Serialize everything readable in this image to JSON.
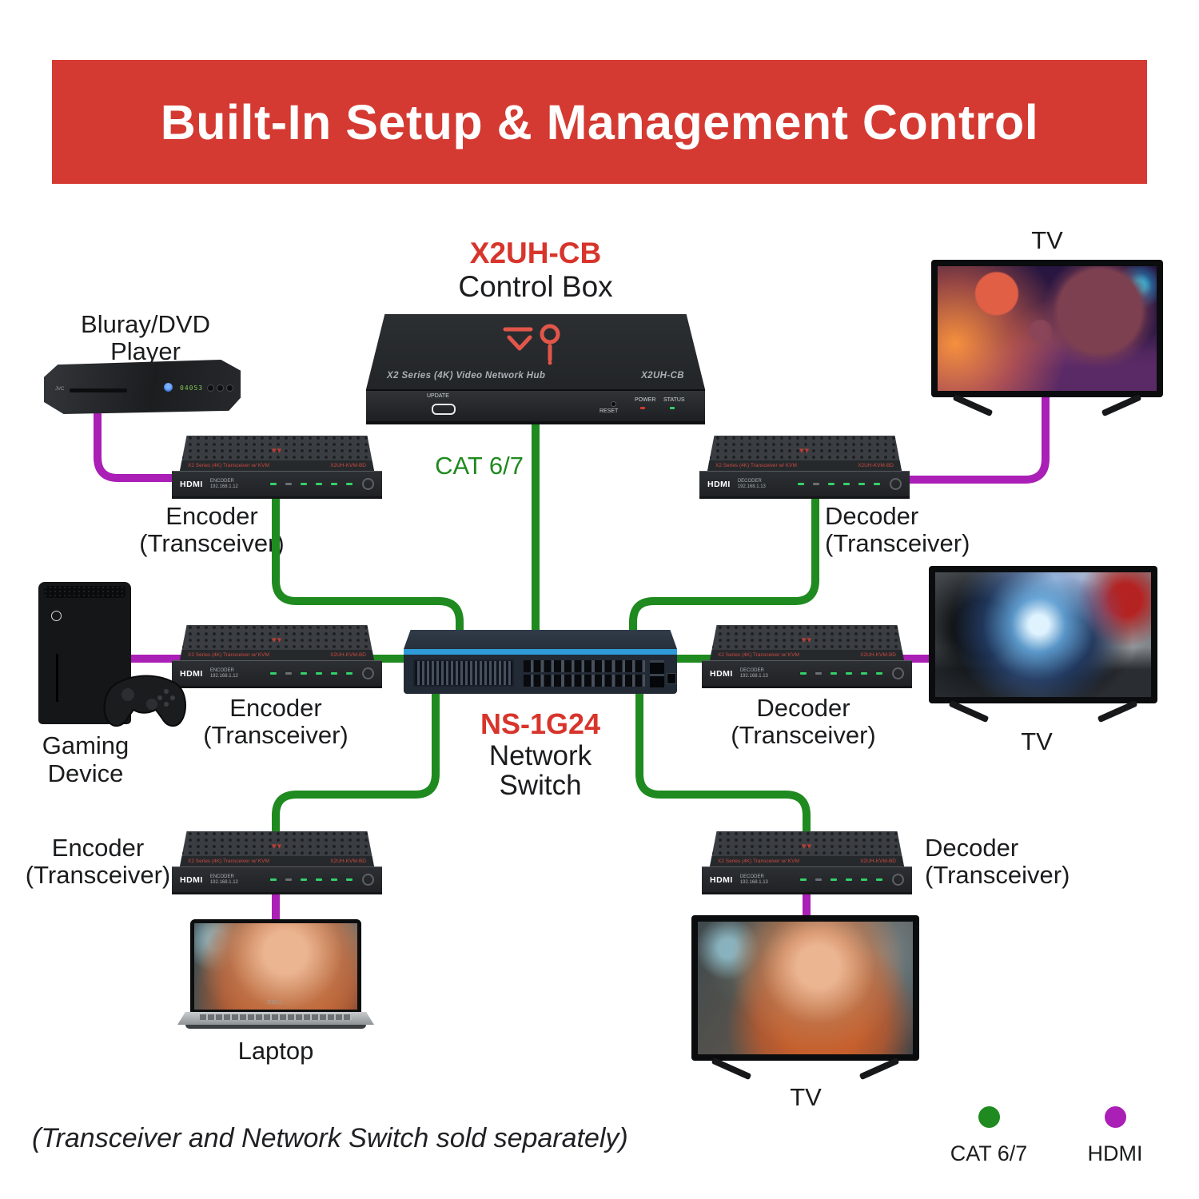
{
  "banner": {
    "title": "Built-In Setup & Management Control"
  },
  "colors": {
    "banner_red": "#d43a32",
    "accent_red": "#d7352c",
    "cat_green": "#1f8a1f",
    "hdmi_purple": "#aa1fb5"
  },
  "control_box": {
    "model": "X2UH-CB",
    "title": "Control Box",
    "strip_left": "X2 Series (4K) Video Network Hub",
    "strip_right": "X2UH-CB",
    "update_label": "UPDATE",
    "reset_label": "RESET",
    "power_label": "POWER",
    "status_label": "STATUS"
  },
  "network_switch": {
    "model": "NS-1G24",
    "line1": "Network",
    "line2": "Switch"
  },
  "cat_label": "CAT 6/7",
  "transceiver_common": {
    "strip_left": "X2 Series (4K) Transceiver w/ KVM",
    "strip_right": "X2UH-KVM-BD",
    "hdmi_logo": "HDMI"
  },
  "nodes": {
    "bluray": {
      "line1": "Bluray/DVD",
      "line2": "Player",
      "brand": "JVC",
      "display": "04053"
    },
    "gaming": {
      "line1": "Gaming",
      "line2": "Device"
    },
    "laptop": {
      "label": "Laptop",
      "brand": "DELL"
    },
    "tv_top": {
      "label": "TV"
    },
    "tv_mid": {
      "label": "TV"
    },
    "tv_bottom": {
      "label": "TV"
    },
    "enc_top": {
      "line1": "Encoder",
      "line2": "(Transceiver)",
      "panel": "ENCODER",
      "ip": "192.168.1.12"
    },
    "enc_mid": {
      "line1": "Encoder",
      "line2": "(Transceiver)",
      "panel": "ENCODER",
      "ip": "192.168.1.12"
    },
    "enc_bottom": {
      "line1": "Encoder",
      "line2": "(Transceiver)",
      "panel": "ENCODER",
      "ip": "192.168.1.12"
    },
    "dec_top": {
      "line1": "Decoder",
      "line2": "(Transceiver)",
      "panel": "DECODER",
      "ip": "192.168.1.13"
    },
    "dec_mid": {
      "line1": "Decoder",
      "line2": "(Transceiver)",
      "panel": "DECODER",
      "ip": "192.168.1.13"
    },
    "dec_bottom": {
      "line1": "Decoder",
      "line2": "(Transceiver)",
      "panel": "DECODER",
      "ip": "192.168.1.13"
    }
  },
  "legend": [
    {
      "label": "CAT 6/7",
      "color": "#1f8a1f"
    },
    {
      "label": "HDMI",
      "color": "#aa1fb5"
    }
  ],
  "footnote": "(Transceiver and Network Switch sold separately)"
}
